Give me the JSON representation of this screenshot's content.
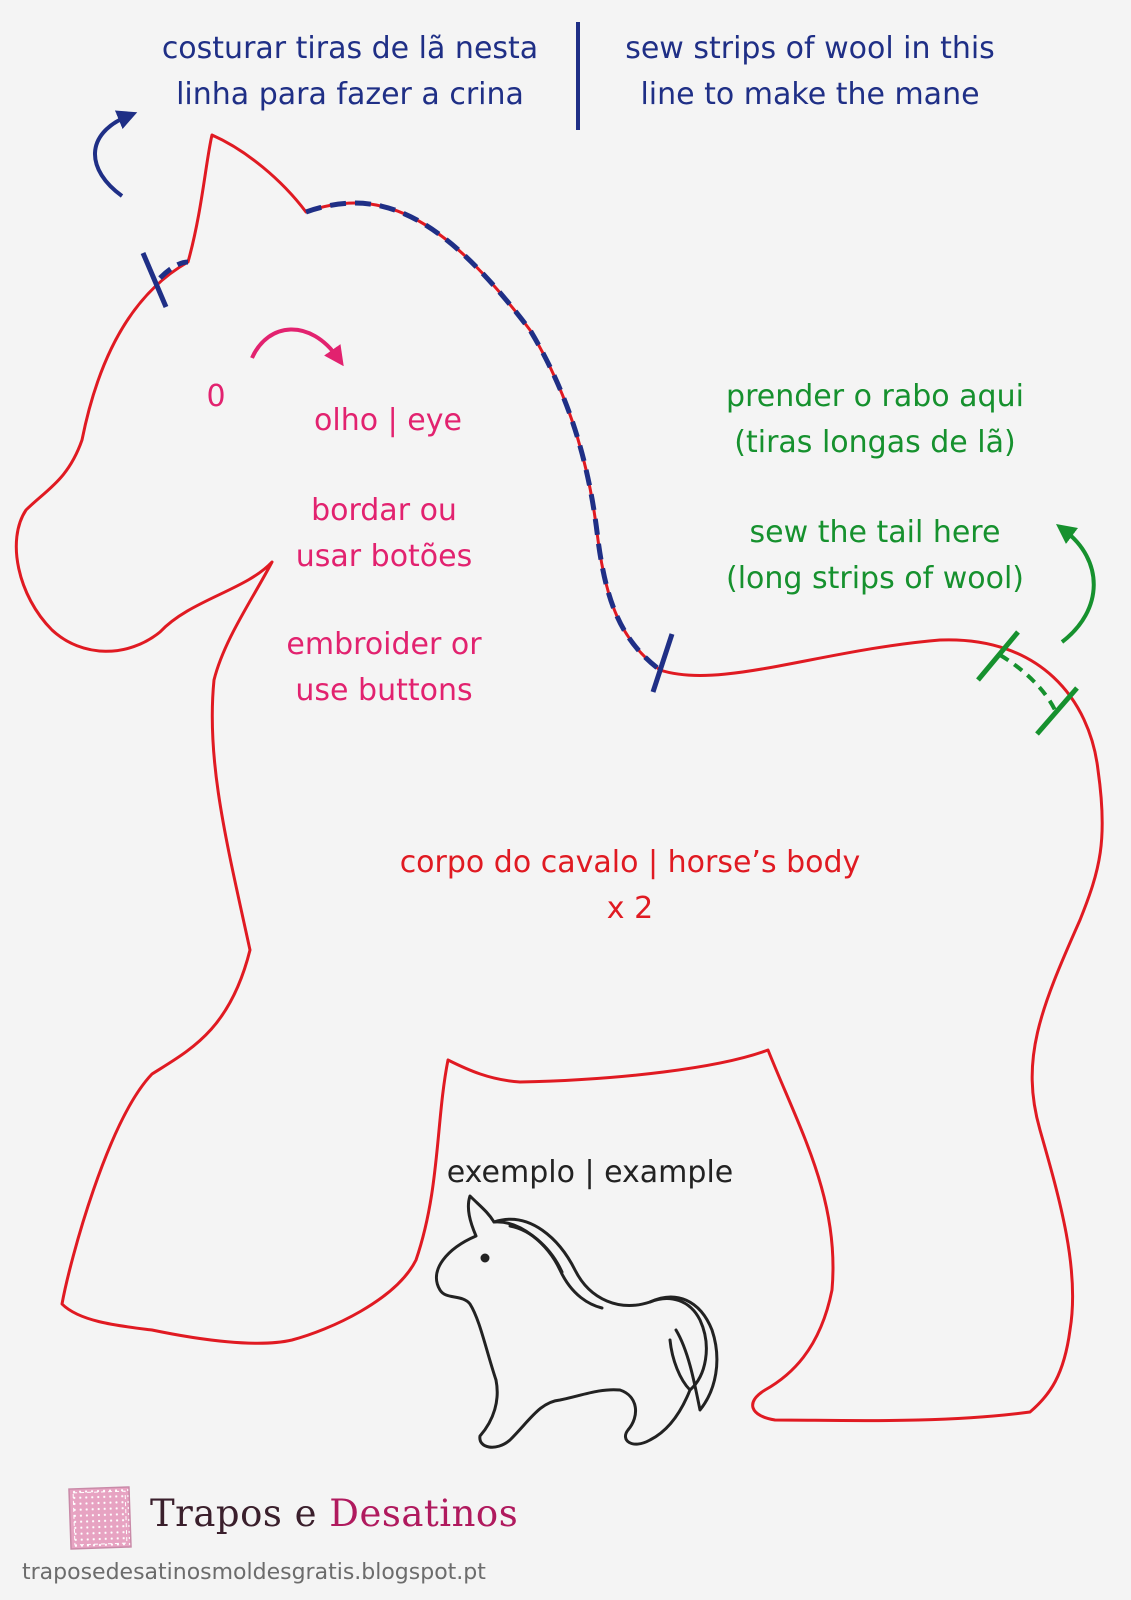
{
  "mane_instructions": {
    "pt_line1": "costurar tiras de lã nesta",
    "pt_line2": "linha para fazer a crina",
    "en_line1": "sew strips of wool in this",
    "en_line2": "line to make the mane"
  },
  "eye": {
    "marker": "0",
    "label": "olho | eye",
    "pt_line1": "bordar ou",
    "pt_line2": "usar botões",
    "en_line1": "embroider or",
    "en_line2": "use buttons"
  },
  "tail_instructions": {
    "pt_line1": "prender o rabo aqui",
    "pt_line2": "(tiras longas de lã)",
    "en_line1": "sew the tail here",
    "en_line2": "(long strips of wool)"
  },
  "body": {
    "label": "corpo do cavalo | horse’s body",
    "quantity": "x 2"
  },
  "example": {
    "label": "exemplo | example"
  },
  "brand": {
    "name_part1": "Trapos e ",
    "name_part2": "Desatinos",
    "url": "traposedesatinosmoldesgratis.blogspot.pt"
  },
  "colors": {
    "outline": "#e01a22",
    "mane": "#1f2f86",
    "eye": "#e2226f",
    "tail": "#16912e",
    "example": "#222222"
  },
  "icons": [
    "mane-arrow-icon",
    "eye-arrow-icon",
    "tail-arrow-icon",
    "logo-fabric-icon"
  ]
}
